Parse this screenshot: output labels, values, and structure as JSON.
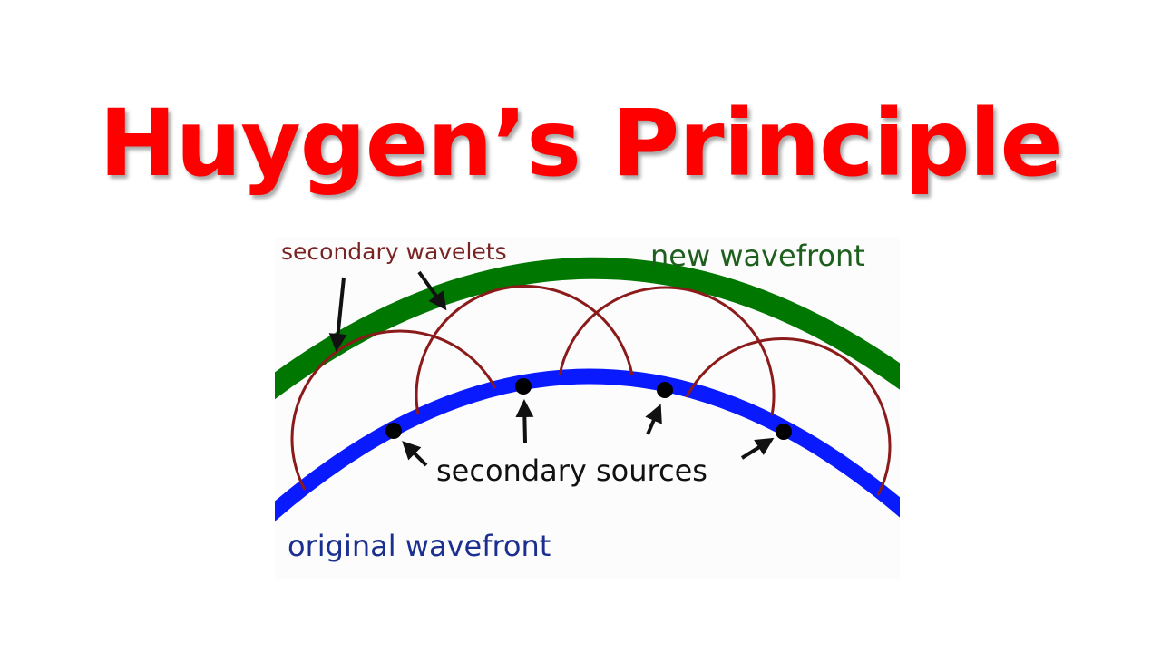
{
  "title": "Huygen’s Principle",
  "labels": {
    "secondary_wavelets": "secondary wavelets",
    "new_wavefront": "new wavefront",
    "secondary_sources": "secondary sources",
    "original_wavefront": "original wavefront"
  },
  "colors": {
    "title": "#ff0000",
    "original_wavefront": "#0000ff",
    "new_wavefront": "#007700",
    "wavelet": "#8b1a1a",
    "sources_label": "#111111",
    "original_label": "#1a2f8f",
    "new_label": "#1e5f1e",
    "wavelets_label": "#7a2323"
  }
}
